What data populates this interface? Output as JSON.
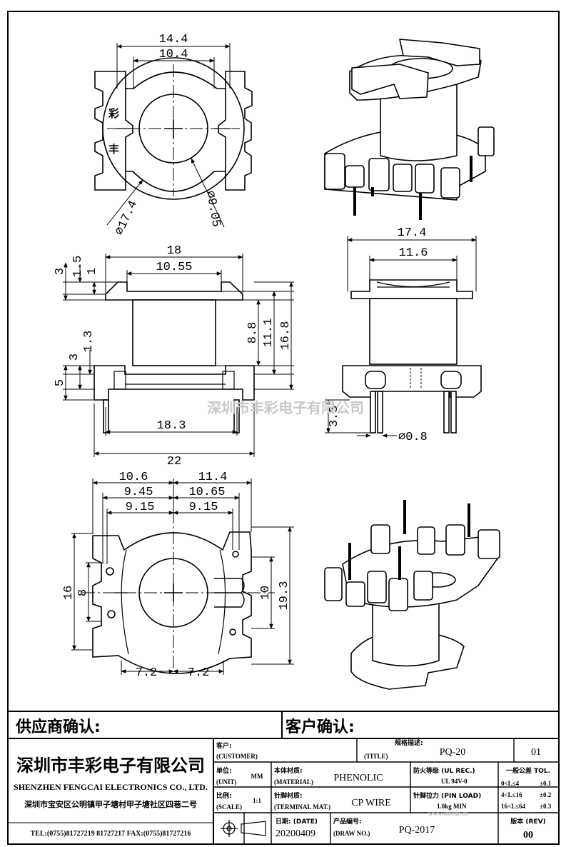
{
  "top_view": {
    "dim_outer": "14.4",
    "dim_inner": "10.4",
    "dim_dia_outer": "⌀17.4",
    "dim_dia_inner": "⌀9.05",
    "mark_1": "丰",
    "mark_2": "彩"
  },
  "side_view": {
    "dim_top_width": "18",
    "dim_top_inner": "10.55",
    "dim_1_5": "1.5",
    "dim_3": "3",
    "dim_1": "1",
    "dim_1_3": "1.3",
    "dim_3b": "3",
    "dim_5": "5",
    "dim_8_8": "8.8",
    "dim_11_1": "11.1",
    "dim_16_8": "16.8",
    "dim_pin_span": "18.3",
    "dim_base": "22"
  },
  "front_view": {
    "dim_top": "17.4",
    "dim_inner": "11.6",
    "dim_pin_len": "3.5",
    "dim_pin_dia": "⌀0.8"
  },
  "watermark": "深圳市丰彩电子有限公司",
  "bottom_view": {
    "dim_l1": "10.6",
    "dim_r1": "11.4",
    "dim_l2": "9.45",
    "dim_r2": "10.65",
    "dim_l3": "9.15",
    "dim_r3": "9.15",
    "dim_h16": "16",
    "dim_h8": "8",
    "dim_h10": "10",
    "dim_h19_3": "19.3",
    "dim_b_l": "7.2",
    "dim_b_r": "7.2"
  },
  "confirm": {
    "supplier": "供应商确认:",
    "customer": "客户确认:"
  },
  "company": {
    "name_cn": "深圳市丰彩电子有限公司",
    "name_en": "SHENZHEN FENGCAI ELECTRONICS CO., LTD.",
    "address": "深圳市宝安区公明镇甲子塘村甲子塘社区四巷二号",
    "phone": "TEL:(0755)81727219  81727217  FAX:(0755)81727216"
  },
  "title_block": {
    "customer_label_cn": "客户:",
    "customer_label_en": "(CUSTOMER)",
    "title_label_cn": "规格描述:",
    "title_label_en": "(TITLE)",
    "title_value": "PQ-20",
    "sheet_no": "01",
    "unit_label_cn": "单位:",
    "unit_label_en": "(UNIT)",
    "unit_value": "MM",
    "material_label_cn": "本体材质:",
    "material_label_en": "(MATERIAL)",
    "material_value": "PHENOLIC",
    "fire_label": "防火等级 (UL REC.)",
    "fire_value": "UL 94V-0",
    "tol_label": "一般公差 TOL.",
    "tol_r1": "0<L≤4",
    "tol_v1": "±0.1",
    "tol_r2": "4<L≤16",
    "tol_v2": "±0.2",
    "tol_r3": "16<L≤64",
    "tol_v3": "±0.3",
    "scale_label_cn": "比例:",
    "scale_label_en": "(SCALE)",
    "scale_value": "1:1",
    "terminal_label_cn": "针脚材质:",
    "terminal_label_en": "(TERMINAL MAT.)",
    "terminal_value": "CP WIRE",
    "pin_load_label": "针脚拉力 (PIN LOAD)",
    "pin_load_value": "1.0kg MIN",
    "date_label": "日期: (DATE)",
    "date_value": "20200409",
    "drawno_label_cn": "产品编号:",
    "drawno_label_en": "(DRAW NO.)",
    "drawno_value": "PQ-2017",
    "rev_label": "版本 (REV)",
    "rev_value": "00",
    "watermark_site": "www.szfcdz.cn"
  }
}
